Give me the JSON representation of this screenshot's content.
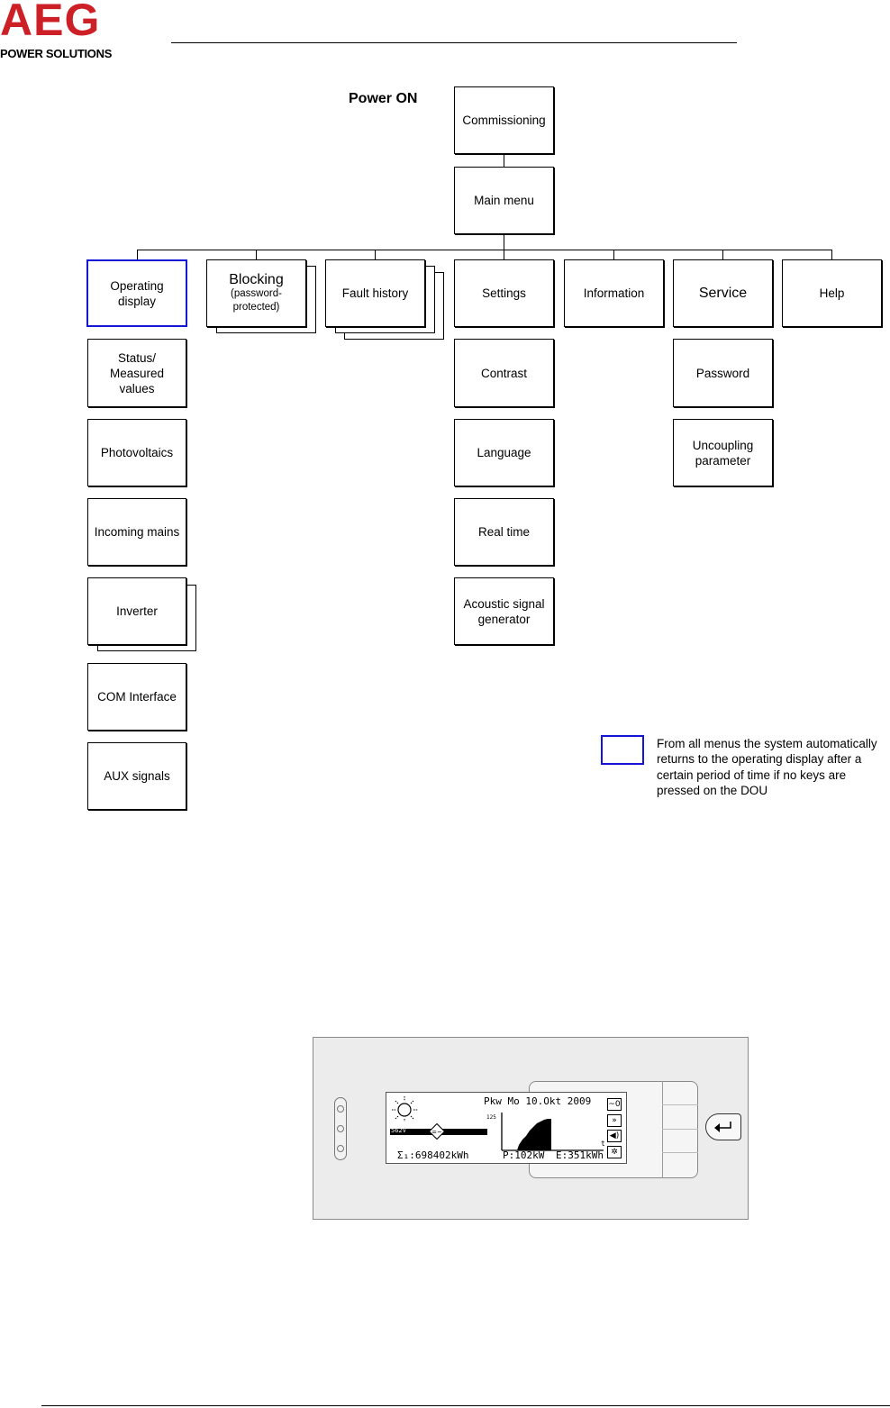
{
  "logo": {
    "brand": "AEG",
    "subtitle": "POWER SOLUTIONS"
  },
  "chart": {
    "start_label": "Power ON",
    "commissioning": "Commissioning",
    "main_menu": "Main menu",
    "operating_display": {
      "label": "Operating display",
      "children": [
        "Status/ Measured values",
        "Photovoltaics",
        "Incoming mains",
        "Inverter",
        "COM Interface",
        "AUX signals"
      ]
    },
    "blocking": {
      "title": "Blocking",
      "sub": "(password-protected)"
    },
    "fault_history": "Fault history",
    "settings": {
      "label": "Settings",
      "children": [
        "Contrast",
        "Language",
        "Real time",
        "Acoustic signal generator"
      ]
    },
    "information": "Information",
    "service": {
      "label": "Service",
      "children": [
        "Password",
        "Uncoupling parameter"
      ]
    },
    "help": "Help"
  },
  "legend": {
    "color": "#1515d8",
    "text": "From all menus the system automatically returns to the operating display after a certain period of time if no keys are pressed on the DOU"
  },
  "device": {
    "lcd_header": "Pkw Mo 10.Okt 2009",
    "lcd_axis_max": "125",
    "bar_value": "562V",
    "lcd_total": "Σ₁:698402kWh",
    "lcd_power": "P:102kW",
    "lcd_energy": "E:351kWh",
    "lcd_axis_t": "t",
    "icons": [
      "~0",
      "»",
      "speaker",
      "fan"
    ],
    "enter_key": "enter-key"
  }
}
